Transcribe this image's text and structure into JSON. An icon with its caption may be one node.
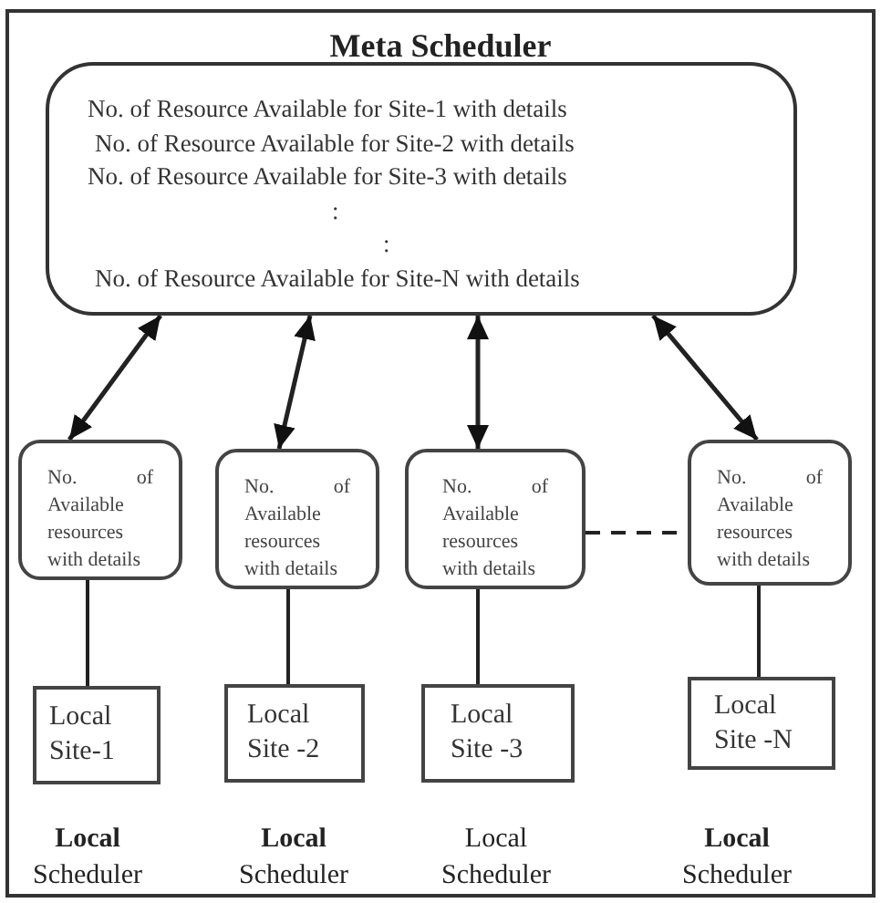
{
  "diagram": {
    "title": "Meta Scheduler",
    "nodes": [
      {
        "text": [
          "No. of Resource Available for Site-1 with details",
          "No. of Resource Available for Site-2 with details",
          "No. of Resource Available for Site-3 with details",
          ":",
          ":",
          "No. of Resource Available for Site-N with details"
        ]
      },
      {
        "text": [
          "No. of Available resources with details"
        ]
      },
      {
        "text": [
          "No. of Available resources with details"
        ]
      },
      {
        "text": [
          "No. of Available resources with details"
        ]
      },
      {
        "text": [
          "No. of Available resources with details"
        ]
      },
      {
        "text": [
          "Local Site-1"
        ]
      },
      {
        "text": [
          "Local Site -2"
        ]
      },
      {
        "text": [
          "Local Site -3"
        ]
      },
      {
        "text": [
          "Local Site -N"
        ]
      }
    ],
    "edges": [
      {
        "from": 0,
        "to": 1,
        "arrow": "both"
      },
      {
        "from": 0,
        "to": 2,
        "arrow": "both"
      },
      {
        "from": 0,
        "to": 3,
        "arrow": "both"
      },
      {
        "from": 0,
        "to": 4,
        "arrow": "both"
      },
      {
        "from": 3,
        "to": 4,
        "arrow": "none",
        "style": "dashed"
      },
      {
        "from": 1,
        "to": 5,
        "arrow": "none"
      },
      {
        "from": 2,
        "to": 6,
        "arrow": "none"
      },
      {
        "from": 3,
        "to": 7,
        "arrow": "none"
      },
      {
        "from": 4,
        "to": 8,
        "arrow": "none"
      }
    ],
    "labels": [
      "**Local** Scheduler",
      "**Local** Scheduler",
      "Local Scheduler",
      "**Local** Scheduler"
    ]
  }
}
